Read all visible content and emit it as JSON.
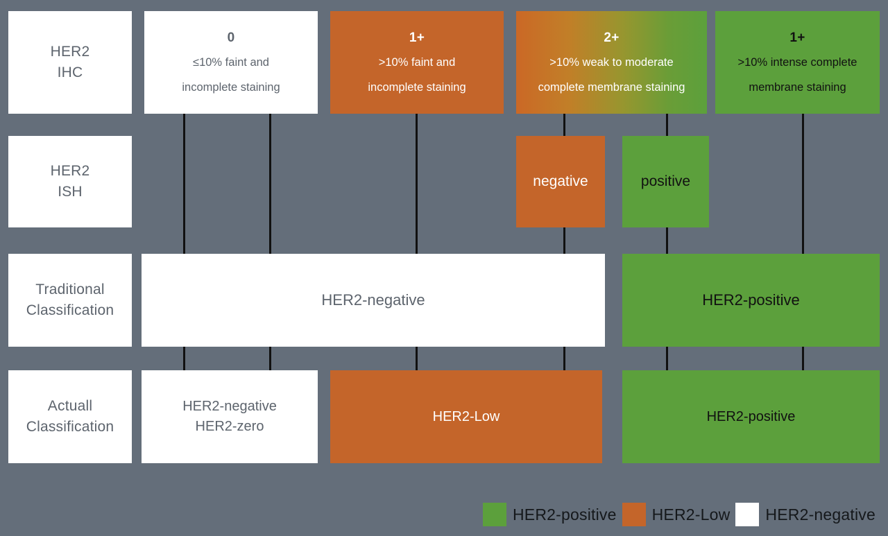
{
  "colors": {
    "background": "#646e7a",
    "positive_green": "#5ca03c",
    "low_orange": "#c4652a",
    "negative_white": "#ffffff",
    "connector_black": "#111111",
    "label_text_gray": "#5d646d"
  },
  "rows": {
    "ihc": {
      "label_line1": "HER2",
      "label_line2": "IHC",
      "cells": [
        {
          "grade": "0",
          "desc_line1": "≤10% faint and",
          "desc_line2": "incomplete staining",
          "style": "white"
        },
        {
          "grade": "1+",
          "desc_line1": ">10% faint and",
          "desc_line2": "incomplete staining",
          "style": "orange"
        },
        {
          "grade": "2+",
          "desc_line1": ">10% weak to moderate",
          "desc_line2": "complete membrane staining",
          "style": "grad"
        },
        {
          "grade": "1+",
          "desc_line1": ">10% intense complete",
          "desc_line2": "membrane staining",
          "style": "green"
        }
      ]
    },
    "ish": {
      "label_line1": "HER2",
      "label_line2": "ISH",
      "cells": [
        {
          "text": "negative",
          "style": "orange"
        },
        {
          "text": "positive",
          "style": "green"
        }
      ]
    },
    "traditional": {
      "label_line1": "Traditional",
      "label_line2": "Classification",
      "cells": [
        {
          "text": "HER2-negative",
          "style": "white"
        },
        {
          "text": "HER2-positive",
          "style": "green"
        }
      ]
    },
    "actual": {
      "label_line1": "Actuall",
      "label_line2": "Classification",
      "cells": [
        {
          "line1": "HER2-negative",
          "line2": "HER2-zero",
          "style": "white"
        },
        {
          "line1": "HER2-Low",
          "line2": "",
          "style": "orange"
        },
        {
          "line1": "HER2-positive",
          "line2": "",
          "style": "green"
        }
      ]
    }
  },
  "legend": {
    "items": [
      {
        "label": "HER2-positive",
        "swatch": "green-swatch-icon"
      },
      {
        "label": "HER2-Low",
        "swatch": "orange-swatch-icon"
      },
      {
        "label": "HER2-negative",
        "swatch": "white-swatch-icon"
      }
    ]
  }
}
